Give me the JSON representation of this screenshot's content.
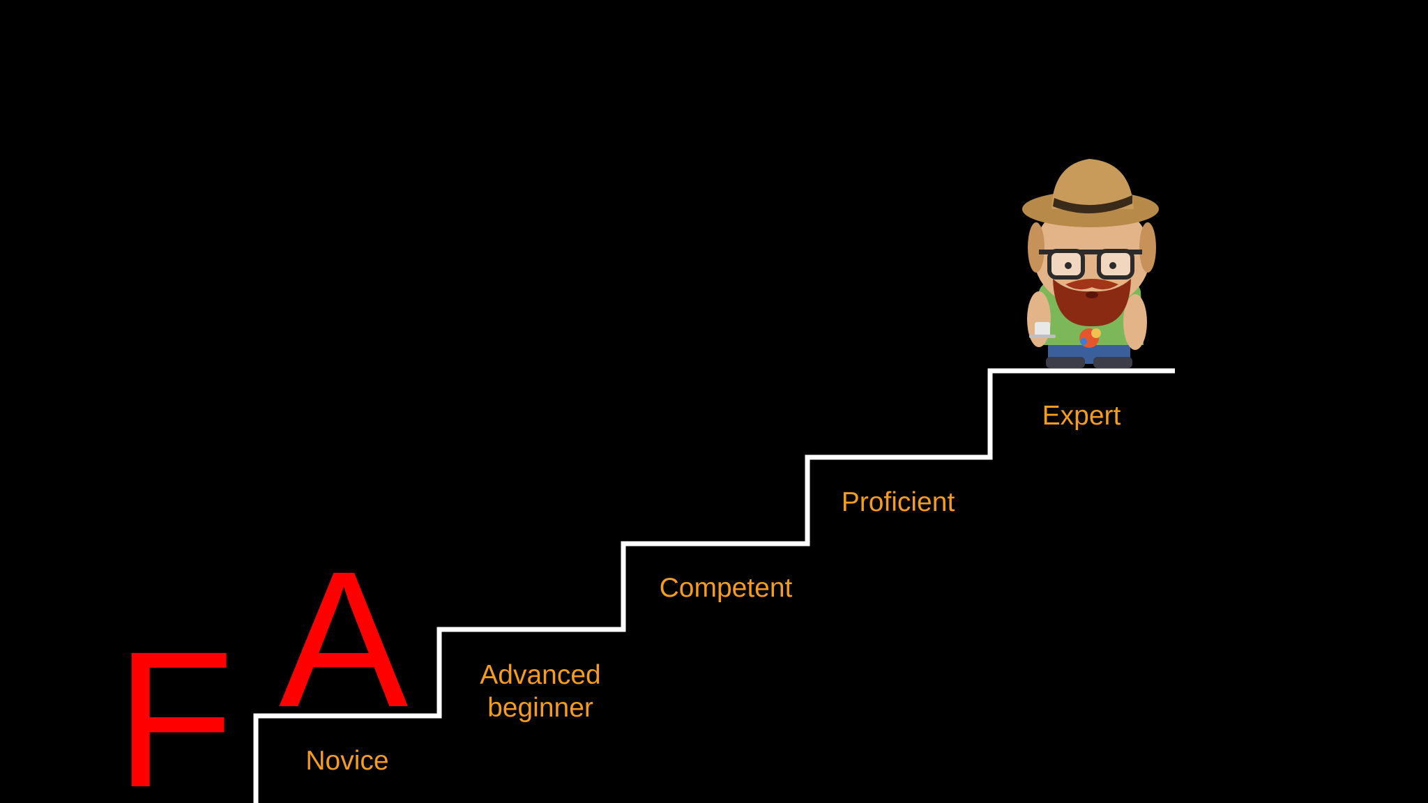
{
  "colors": {
    "background": "#000000",
    "stairs": "#ffffff",
    "label": "#f39c1f",
    "grade": "#ff0000"
  },
  "grades": {
    "failing": "F",
    "passing": "A"
  },
  "steps": [
    {
      "lines": [
        "Novice"
      ]
    },
    {
      "lines": [
        "Advanced",
        "beginner"
      ]
    },
    {
      "lines": [
        "Competent"
      ]
    },
    {
      "lines": [
        "Proficient"
      ]
    },
    {
      "lines": [
        "Expert"
      ]
    }
  ],
  "character": {
    "icon": "bearded-man-with-hat-icon"
  }
}
